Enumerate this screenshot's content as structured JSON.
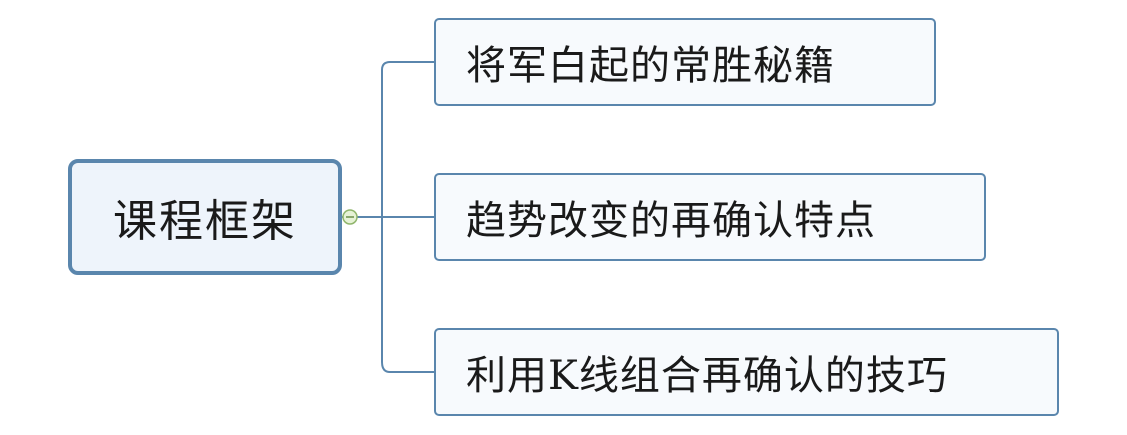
{
  "diagram": {
    "type": "mind-map",
    "root": {
      "label": "课程框架"
    },
    "children": [
      {
        "label": "将军白起的常胜秘籍"
      },
      {
        "label": "趋势改变的再确认特点"
      },
      {
        "label": "利用K线组合再确认的技巧"
      }
    ],
    "colors": {
      "border": "#5a86ad",
      "line": "#5a86ad",
      "root_fill": "#eef4fb",
      "child_fill": "#f7fafd",
      "collapse_toggle": "#a8d08d"
    }
  }
}
